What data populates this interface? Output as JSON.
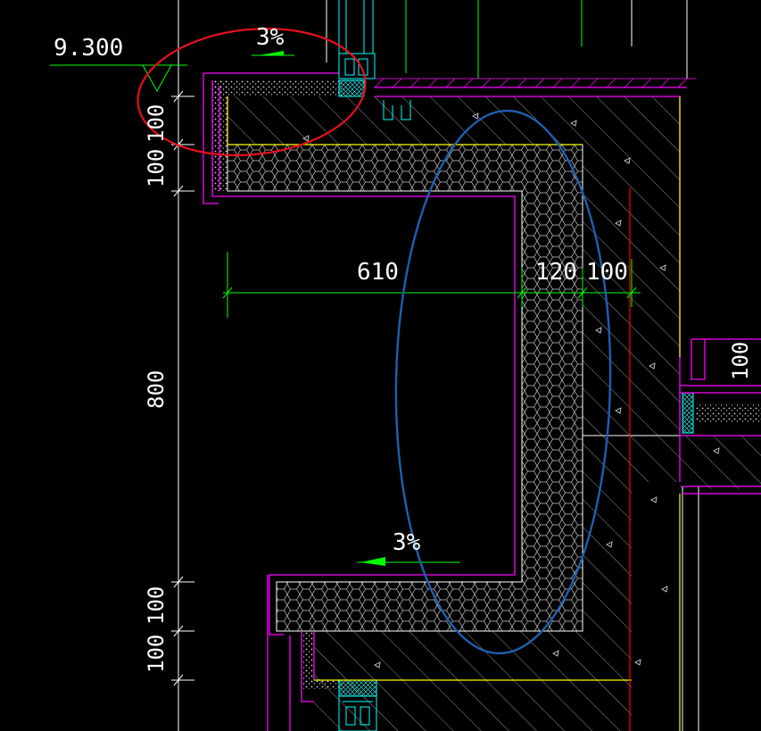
{
  "drawing": {
    "elevation_label": "9.300",
    "slope_top": "3%",
    "slope_bottom": "3%",
    "dimensions": {
      "horizontal": [
        "610",
        "120",
        "100"
      ],
      "vertical_left": [
        "100",
        "100",
        "800",
        "100",
        "100"
      ],
      "vertical_right": "100"
    }
  },
  "colors": {
    "background": "#000000",
    "magenta": "#ff00ff",
    "green": "#00ff00",
    "yellow": "#ffff00",
    "white": "#ffffff",
    "red_line": "#ff0000",
    "cyan": "#00ffff",
    "red_annotation": "#e8101c",
    "blue_annotation": "#1f5fb0",
    "hatch_grey": "#b8b8b8"
  }
}
